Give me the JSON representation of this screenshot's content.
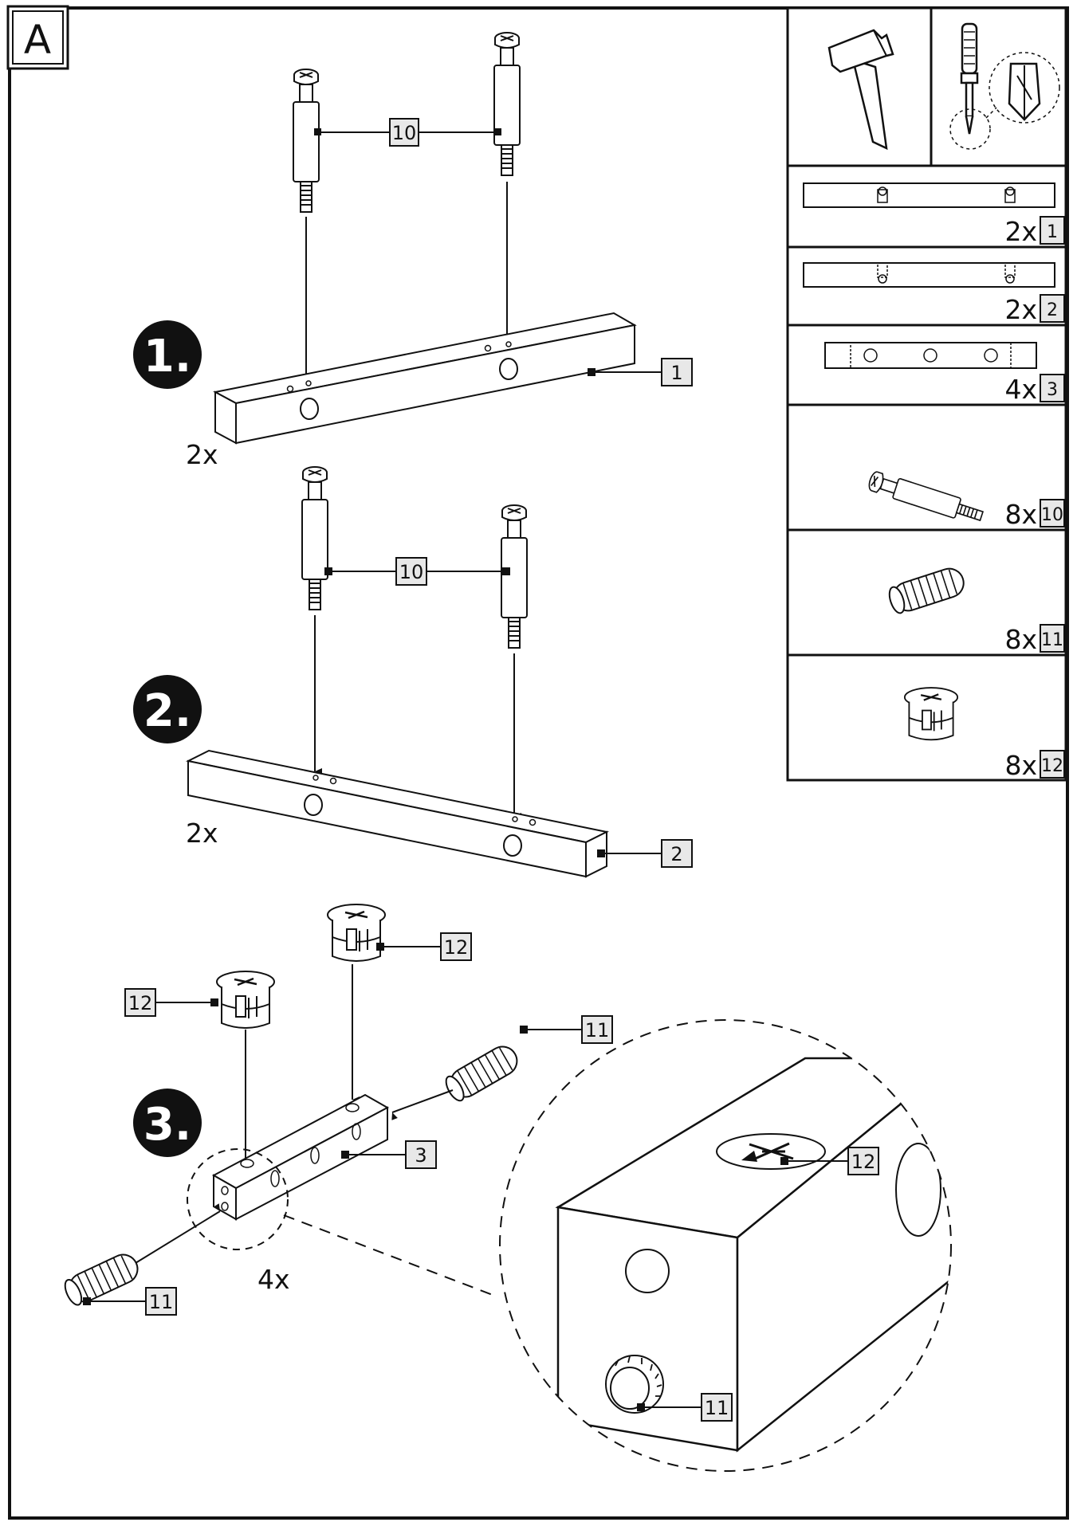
{
  "sheet": {
    "letter": "A"
  },
  "tools": [
    {
      "name": "hammer"
    },
    {
      "name": "phillips-screwdriver"
    }
  ],
  "parts": [
    {
      "id": "1",
      "qty": "2x"
    },
    {
      "id": "2",
      "qty": "2x"
    },
    {
      "id": "3",
      "qty": "4x"
    },
    {
      "id": "10",
      "qty": "8x"
    },
    {
      "id": "11",
      "qty": "8x"
    },
    {
      "id": "12",
      "qty": "8x"
    }
  ],
  "steps": [
    {
      "number": "1.",
      "multiplier": "2x",
      "callouts": {
        "screw": "10",
        "rail": "1"
      }
    },
    {
      "number": "2.",
      "multiplier": "2x",
      "callouts": {
        "screw": "10",
        "rail": "2"
      }
    },
    {
      "number": "3.",
      "multiplier": "4x",
      "callouts": {
        "cam_left": "12",
        "cam_top": "12",
        "dowel_right": "11",
        "dowel_left": "11",
        "block": "3",
        "detail_cam": "12",
        "detail_dowel": "11"
      }
    }
  ]
}
